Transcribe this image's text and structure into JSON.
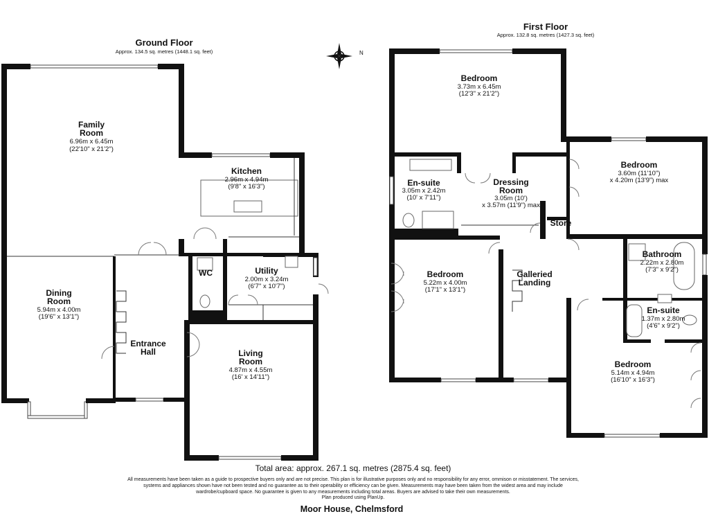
{
  "ground_floor": {
    "title": "Ground Floor",
    "area": "Approx. 134.5 sq. metres (1448.1 sq. feet)",
    "rooms": [
      {
        "name": "Family Room",
        "lines": [
          "Family",
          "Room"
        ],
        "dims": [
          "6.96m x 6.45m",
          "(22'10\" x 21'2\")"
        ]
      },
      {
        "name": "Kitchen",
        "lines": [
          "Kitchen"
        ],
        "dims": [
          "2.96m x 4.94m",
          "(9'8\" x 16'3\")"
        ]
      },
      {
        "name": "WC",
        "lines": [
          "WC"
        ],
        "dims": []
      },
      {
        "name": "Utility",
        "lines": [
          "Utility"
        ],
        "dims": [
          "2.00m x 3.24m",
          "(6'7\" x 10'7\")"
        ]
      },
      {
        "name": "Dining Room",
        "lines": [
          "Dining",
          "Room"
        ],
        "dims": [
          "5.94m x 4.00m",
          "(19'6\" x 13'1\")"
        ]
      },
      {
        "name": "Entrance Hall",
        "lines": [
          "Entrance",
          "Hall"
        ],
        "dims": []
      },
      {
        "name": "Living Room",
        "lines": [
          "Living",
          "Room"
        ],
        "dims": [
          "4.87m x 4.55m",
          "(16' x 14'11\")"
        ]
      }
    ]
  },
  "first_floor": {
    "title": "First Floor",
    "area": "Approx. 132.8 sq. metres (1427.3 sq. feet)",
    "rooms": [
      {
        "name": "Bedroom",
        "lines": [
          "Bedroom"
        ],
        "dims": [
          "3.73m x 6.45m",
          "(12'3\" x 21'2\")"
        ]
      },
      {
        "name": "Bedroom",
        "lines": [
          "Bedroom"
        ],
        "dims": [
          "3.60m (11'10\")",
          "x 4.20m (13'9\") max"
        ]
      },
      {
        "name": "En-suite",
        "lines": [
          "En-suite"
        ],
        "dims": [
          "3.05m x 2.42m",
          "(10' x 7'11\")"
        ]
      },
      {
        "name": "Dressing Room",
        "lines": [
          "Dressing",
          "Room"
        ],
        "dims": [
          "3.05m (10')",
          "x 3.57m (11'9\") max"
        ]
      },
      {
        "name": "Store",
        "lines": [
          "Store"
        ],
        "dims": []
      },
      {
        "name": "Bathroom",
        "lines": [
          "Bathroom"
        ],
        "dims": [
          "2.22m x 2.80m",
          "(7'3\" x 9'2\")"
        ]
      },
      {
        "name": "Bedroom",
        "lines": [
          "Bedroom"
        ],
        "dims": [
          "5.22m x 4.00m",
          "(17'1\" x 13'1\")"
        ]
      },
      {
        "name": "Galleried Landing",
        "lines": [
          "Galleried",
          "Landing"
        ],
        "dims": []
      },
      {
        "name": "En-suite",
        "lines": [
          "En-suite"
        ],
        "dims": [
          "1.37m x 2.80m",
          "(4'6\" x 9'2\")"
        ]
      },
      {
        "name": "Bedroom",
        "lines": [
          "Bedroom"
        ],
        "dims": [
          "5.14m x 4.94m",
          "(16'10\" x 16'3\")"
        ]
      }
    ]
  },
  "compass": {
    "label": "N",
    "icon": "compass-rose-icon"
  },
  "footer": {
    "total_area": "Total area: approx. 267.1 sq. metres (2875.4 sq. feet)",
    "disclaimer": [
      "All measurements have been taken as a guide to prospective buyers only and are not precise. This plan is for illustrative purposes only and no responsibility for any error, ommison or misstatement. The services,",
      "systems and appliances shown have not been tested and no guarantee as to their operability or efficiency can be given. Measurements may have been taken from the widest area and may include",
      "wardrobe/cupboard space. No guarantee is given to any measurements including total areas. Buyers are advised to take their own measurements.",
      "Plan produced using PlanUp."
    ],
    "address": "Moor House, Chelmsford"
  }
}
